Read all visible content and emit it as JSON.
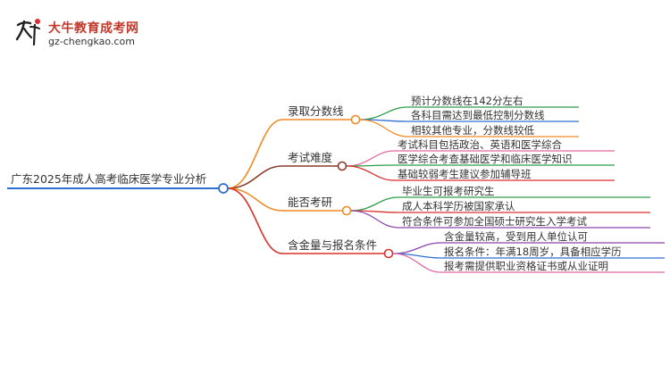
{
  "logo": {
    "mark_glyph": "大牛",
    "title": "大牛教育成考网",
    "domain": "gz-chengkao.com"
  },
  "root": {
    "label": "广东2025年成人高考临床医学专业分析"
  },
  "branches": [
    {
      "label": "录取分数线",
      "color": "#f08a24",
      "leaves": [
        {
          "label": "预计分数线在142分左右",
          "color": "#2e9e47"
        },
        {
          "label": "各科目需达到最低控制分数线",
          "color": "#2f6fd0"
        },
        {
          "label": "相较其他专业，分数线较低",
          "color": "#f08a24"
        }
      ]
    },
    {
      "label": "考试难度",
      "color": "#8b3a2b",
      "leaves": [
        {
          "label": "考试科目包括政治、英语和医学综合",
          "color": "#e26aa0"
        },
        {
          "label": "医学综合考查基础医学和临床医学知识",
          "color": "#2e9e47"
        },
        {
          "label": "基础较弱考生建议参加辅导班",
          "color": "#d9302c"
        }
      ]
    },
    {
      "label": "能否考研",
      "color": "#f08a24",
      "leaves": [
        {
          "label": "毕业生可报考研究生",
          "color": "#2e9e47"
        },
        {
          "label": "成人本科学历被国家承认",
          "color": "#d9302c"
        },
        {
          "label": "符合条件可参加全国硕士研究生入学考试",
          "color": "#8e44ad"
        }
      ]
    },
    {
      "label": "含金量与报名条件",
      "color": "#d9302c",
      "leaves": [
        {
          "label": "含金量较高，受到用人单位认可",
          "color": "#8e44ad"
        },
        {
          "label": "报名条件：年满18周岁，具备相应学历",
          "color": "#2f6fd0"
        },
        {
          "label": "报考需提供职业资格证书或从业证明",
          "color": "#e26aa0"
        }
      ]
    }
  ],
  "colors": {
    "root_line": "#2f6fd0"
  }
}
